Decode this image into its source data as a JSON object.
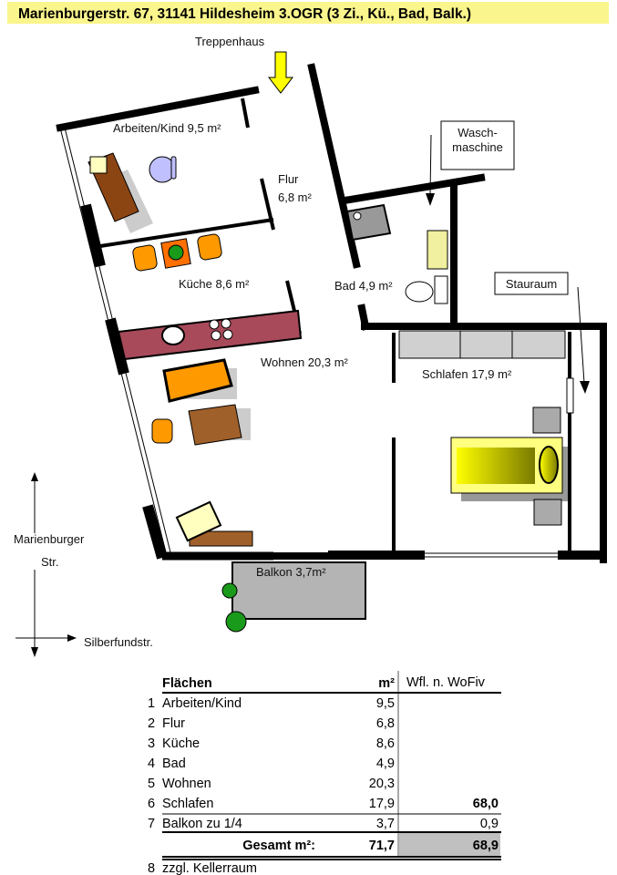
{
  "header": {
    "title": "Marienburgerstr. 67, 31141 Hildesheim 3.OGR (3 Zi., Kü., Bad, Balk.)"
  },
  "plan": {
    "entrance": "Treppenhaus",
    "rooms": {
      "arbeiten": "Arbeiten/Kind 9,5 m²",
      "flur_name": "Flur",
      "flur_area": "6,8 m²",
      "kueche": "Küche 8,6 m²",
      "bad": "Bad 4,9 m²",
      "wohnen": "Wohnen 20,3 m²",
      "schlafen": "Schlafen 17,9 m²",
      "balkon": "Balkon 3,7m²"
    },
    "notes": {
      "wasch_1": "Wasch-",
      "wasch_2": "maschine",
      "stauraum": "Stauraum"
    },
    "streets": {
      "north_1": "Marienburger",
      "north_2": "Str.",
      "east": "Silberfundstr."
    },
    "colors": {
      "header_bg": "#faf58c",
      "arrow": "#ffff00",
      "counter": "#a84a5a",
      "sofa": "#ff9900",
      "wood": "#8b4513",
      "balcony": "#b4b4b4"
    }
  },
  "table": {
    "headers": {
      "name": "Flächen",
      "area": "m²",
      "wfl": "Wfl. n. WoFiv"
    },
    "rows": [
      {
        "no": "1",
        "name": "Arbeiten/Kind",
        "area": "9,5",
        "wfl": ""
      },
      {
        "no": "2",
        "name": "Flur",
        "area": "6,8",
        "wfl": ""
      },
      {
        "no": "3",
        "name": "Küche",
        "area": "8,6",
        "wfl": ""
      },
      {
        "no": "4",
        "name": "Bad",
        "area": "4,9",
        "wfl": ""
      },
      {
        "no": "5",
        "name": "Wohnen",
        "area": "20,3",
        "wfl": ""
      },
      {
        "no": "6",
        "name": "Schlafen",
        "area": "17,9",
        "wfl": "68,0"
      },
      {
        "no": "7",
        "name": "Balkon zu 1/4",
        "area": "3,7",
        "wfl": "0,9"
      }
    ],
    "total": {
      "label": "Gesamt m²:",
      "area": "71,7",
      "wfl": "68,9"
    },
    "extra": {
      "no": "8",
      "name": "zzgl. Kellerraum"
    }
  }
}
